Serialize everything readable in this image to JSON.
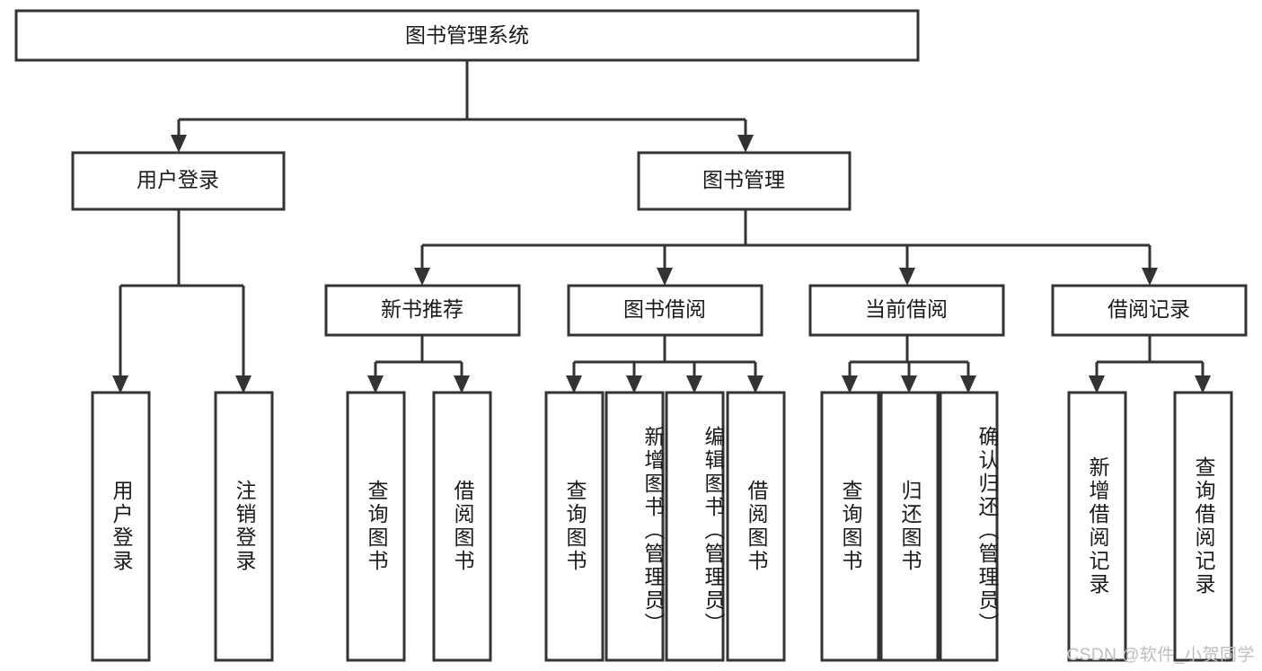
{
  "diagram": {
    "title": "图书管理系统",
    "type": "tree-hierarchy",
    "orientation": "top-down",
    "colors": {
      "border": "#333333",
      "node_fill": "#ffffff",
      "text": "#1a1a1a",
      "background": "#ffffff",
      "watermark": "#bdbdbd"
    },
    "root": {
      "label": "图书管理系统"
    },
    "level2": [
      {
        "label": "用户登录"
      },
      {
        "label": "图书管理"
      }
    ],
    "level3": [
      {
        "label": "新书推荐"
      },
      {
        "label": "图书借阅"
      },
      {
        "label": "当前借阅"
      },
      {
        "label": "借阅记录"
      }
    ],
    "leaves": {
      "user_login": [
        {
          "label": "用户登录"
        },
        {
          "label": "注销登录"
        }
      ],
      "new_book_recommend": [
        {
          "label": "查询图书"
        },
        {
          "label": "借阅图书"
        }
      ],
      "book_borrow": [
        {
          "label": "查询图书"
        },
        {
          "label": "新增图书（管理员）"
        },
        {
          "label": "编辑图书（管理员）"
        },
        {
          "label": "借阅图书"
        }
      ],
      "current_borrow": [
        {
          "label": "查询图书"
        },
        {
          "label": "归还图书"
        },
        {
          "label": "确认归还（管理员）"
        }
      ],
      "borrow_record": [
        {
          "label": "新增借阅记录"
        },
        {
          "label": "查询借阅记录"
        }
      ]
    },
    "watermark": "CSDN @软件_小贺同学"
  }
}
